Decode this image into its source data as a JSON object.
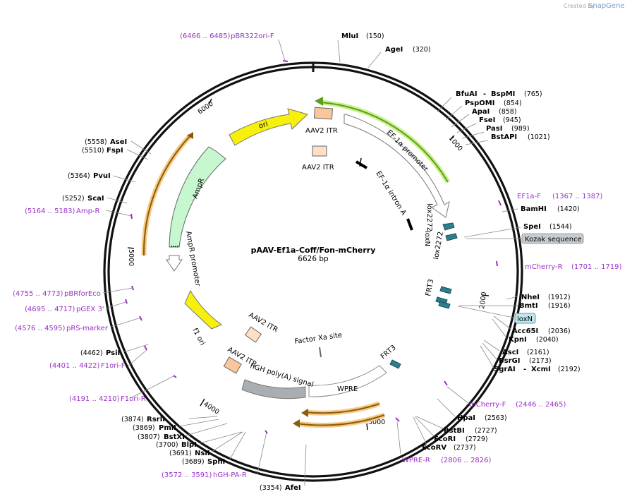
{
  "watermark": {
    "created_by": "Created by",
    "brand": "SnapGene"
  },
  "plasmid": {
    "name": "pAAV-Ef1a-Coff/Fon-mCherry",
    "length": "6626 bp"
  },
  "ticks": [
    "1000",
    "2000",
    "3000",
    "4000",
    "5000",
    "6000"
  ],
  "features": {
    "ef1a_promoter": "EF-1α promoter",
    "ef1a_intron": "EF-1α intron A",
    "aav2_itr": "AAV2 ITR",
    "lox2272": "lox2272",
    "loxN": "loxN",
    "frt3": "FRT3",
    "wpre": "WPRE",
    "hgh_polya": "hGH poly(A) signal",
    "factor_xa": "Factor Xa site",
    "f1_ori": "f1 ori",
    "ori": "ori",
    "ampr": "AmpR",
    "ampr_promoter": "AmpR promoter",
    "kozak": "Kozak sequence"
  },
  "sites": [
    {
      "name": "MluI",
      "pos": "(150)"
    },
    {
      "name": "AgeI",
      "pos": "(320)"
    },
    {
      "name": "BfuAI",
      "dash": "-",
      "name2": "BspMI",
      "pos": "(765)"
    },
    {
      "name": "PspOMI",
      "pos": "(854)"
    },
    {
      "name": "ApaI",
      "pos": "(858)"
    },
    {
      "name": "FseI",
      "pos": "(945)"
    },
    {
      "name": "PasI",
      "pos": "(989)"
    },
    {
      "name": "BstAPI",
      "pos": "(1021)"
    },
    {
      "name": "BamHI",
      "pos": "(1420)"
    },
    {
      "name": "SpeI",
      "pos": "(1544)"
    },
    {
      "name": "NheI",
      "pos": "(1912)"
    },
    {
      "name": "BmtI",
      "pos": "(1916)"
    },
    {
      "name": "Acc65I",
      "pos": "(2036)"
    },
    {
      "name": "KpnI",
      "pos": "(2040)"
    },
    {
      "name": "AscI",
      "pos": "(2161)"
    },
    {
      "name": "BsrGI",
      "pos": "(2173)"
    },
    {
      "name": "SgrAI",
      "dash": "-",
      "name2": "XcmI",
      "pos": "(2192)"
    },
    {
      "name": "HpaI",
      "pos": "(2563)"
    },
    {
      "name": "BstBI",
      "pos": "(2727)"
    },
    {
      "name": "EcoRI",
      "pos": "(2729)"
    },
    {
      "name": "EcoRV",
      "pos": "(2737)"
    },
    {
      "name": "AfeI",
      "pos": "(3354)"
    },
    {
      "name": "SphI",
      "pos": "(3689)"
    },
    {
      "name": "NsiI",
      "pos": "(3691)"
    },
    {
      "name": "BlpI",
      "pos": "(3700)"
    },
    {
      "name": "BstXI",
      "pos": "(3807)"
    },
    {
      "name": "PmlI",
      "pos": "(3869)"
    },
    {
      "name": "RsrII",
      "pos": "(3874)"
    },
    {
      "name": "PsiI",
      "pos": "(4462)"
    },
    {
      "name": "ScaI",
      "pos": "(5252)"
    },
    {
      "name": "PvuI",
      "pos": "(5364)"
    },
    {
      "name": "FspI",
      "pos": "(5510)"
    },
    {
      "name": "AseI",
      "pos": "(5558)"
    }
  ],
  "primers": [
    {
      "name": "pBR322ori-F",
      "range": "(6466 .. 6485)"
    },
    {
      "name": "EF1a-F",
      "range": "(1367 .. 1387)"
    },
    {
      "name": "mCherry-R",
      "range": "(1701 .. 1719)"
    },
    {
      "name": "mCherry-F",
      "range": "(2446 .. 2465)"
    },
    {
      "name": "WPRE-R",
      "range": "(2806 .. 2826)"
    },
    {
      "name": "hGH-PA-R",
      "range": "(3572 .. 3591)"
    },
    {
      "name": "F1ori-R",
      "range": "(4191 .. 4210)"
    },
    {
      "name": "F1ori-F",
      "range": "(4401 .. 4422)"
    },
    {
      "name": "pRS-marker",
      "range": "(4576 .. 4595)"
    },
    {
      "name": "pGEX 3'",
      "range": "(4695 .. 4717)"
    },
    {
      "name": "pBRforEco",
      "range": "(4755 .. 4773)"
    },
    {
      "name": "Amp-R",
      "range": "(5164 .. 5183)"
    }
  ],
  "colors": {
    "backbone": "#111111",
    "primer": "#9b30c8",
    "ori_yellow": "#f6f00a",
    "ampr_green": "#c7f7cf",
    "itr_orange": "#f9c79b",
    "lox_teal": "#2a7f8a",
    "polya_gray": "#a9aeb3",
    "promoter_green": "#5a9f1a",
    "mcherry_orange": "#f6c980"
  }
}
